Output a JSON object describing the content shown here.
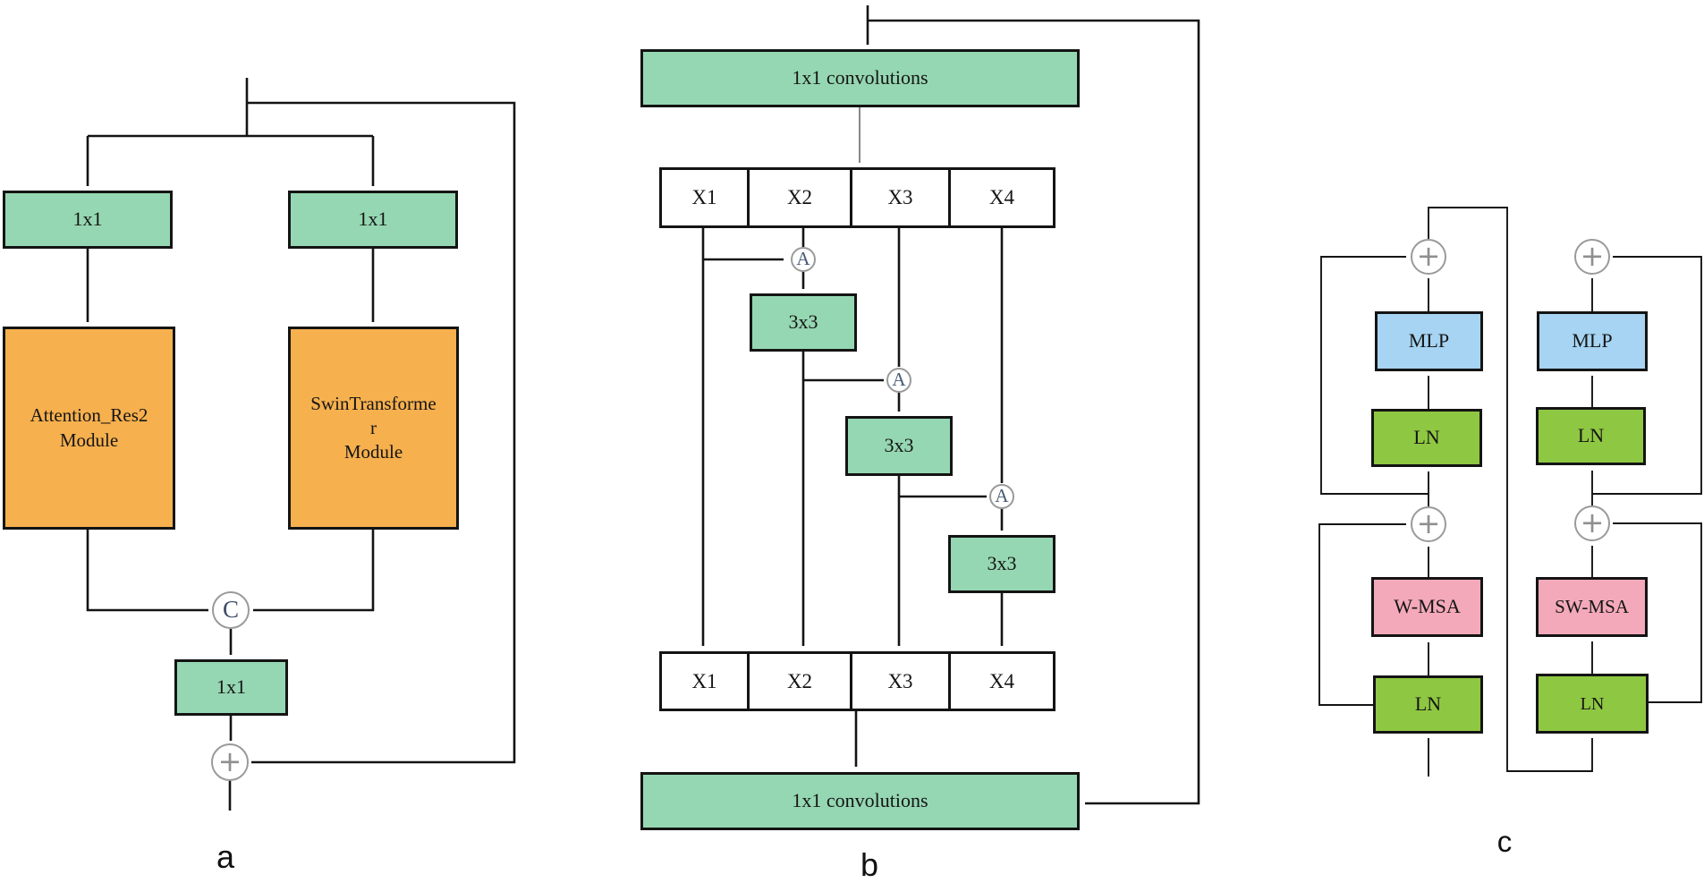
{
  "figure": {
    "type": "neural-network architecture diagram",
    "panels": {
      "a": {
        "label": "a",
        "conv_left": "1x1",
        "conv_right": "1x1",
        "attention_module": "Attention_Res2\nModule",
        "swin_module": "SwinTransforme\nr\nModule",
        "conv_fuse": "1x1",
        "concat_op": "C",
        "add_op": "+"
      },
      "b": {
        "label": "b",
        "conv_top": "1x1 convolutions",
        "conv_bottom": "1x1 convolutions",
        "split_top": [
          "X1",
          "X2",
          "X3",
          "X4"
        ],
        "split_bottom": [
          "X1",
          "X2",
          "X3",
          "X4"
        ],
        "conv3x3": [
          "3x3",
          "3x3",
          "3x3"
        ],
        "attention_ops": [
          "A",
          "A",
          "A"
        ]
      },
      "c": {
        "label": "c",
        "left_block": {
          "add_top": "+",
          "mlp": "MLP",
          "ln_top": "LN",
          "add_mid": "+",
          "msa": "W-MSA",
          "ln_bottom": "LN"
        },
        "right_block": {
          "add_top": "+",
          "mlp": "MLP",
          "ln_top": "LN",
          "add_mid": "+",
          "msa": "SW-MSA",
          "ln_bottom": "LN"
        }
      }
    },
    "colors": {
      "conv_green": "#95d7b2",
      "module_orange": "#f6b04e",
      "mlp_blue": "#a6d4f2",
      "ln_green": "#8ec741",
      "msa_pink": "#f3a9ba",
      "line_black": "#141414",
      "operator_gray": "#8f8f8f",
      "concat_letter": "#3d4d66",
      "attention_letter": "#475a74"
    }
  }
}
